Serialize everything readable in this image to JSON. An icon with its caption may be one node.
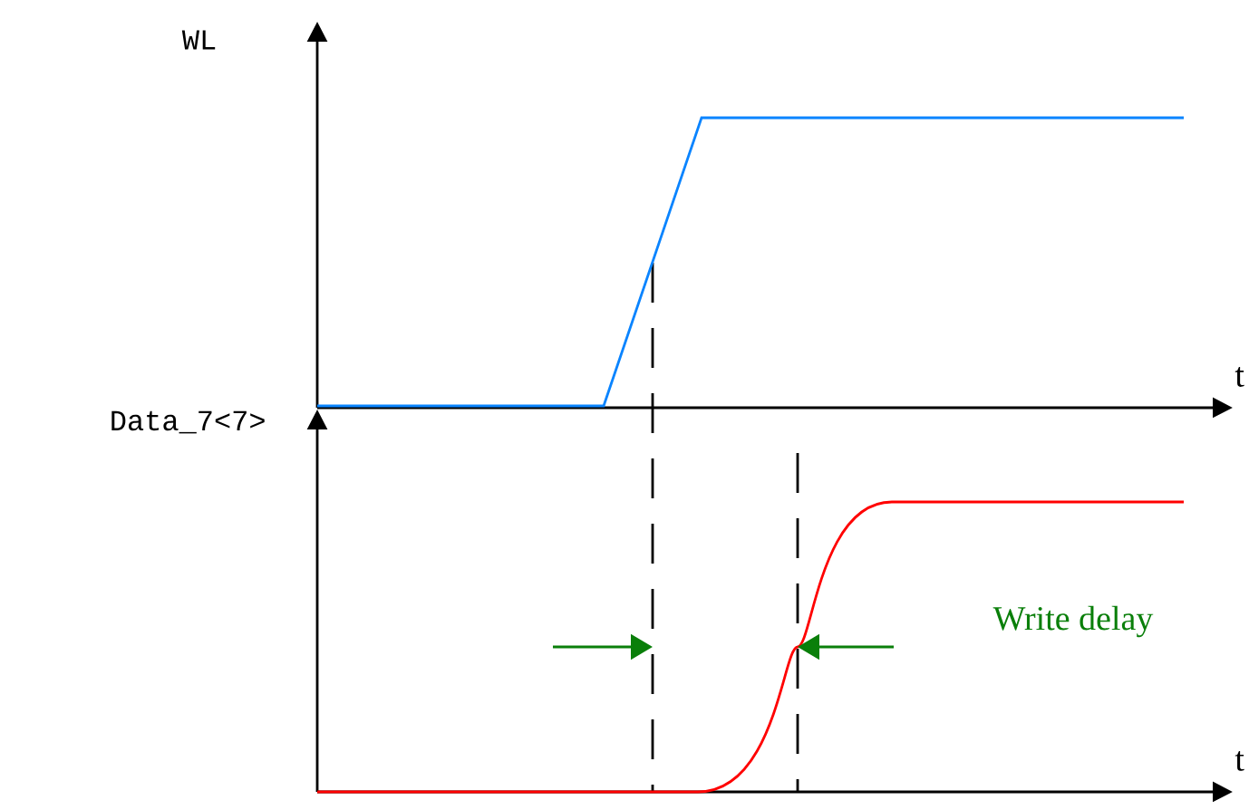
{
  "diagram": {
    "labels": [
      "WL",
      "t",
      "Data_7<7>",
      "Write delay",
      "t"
    ]
  }
}
